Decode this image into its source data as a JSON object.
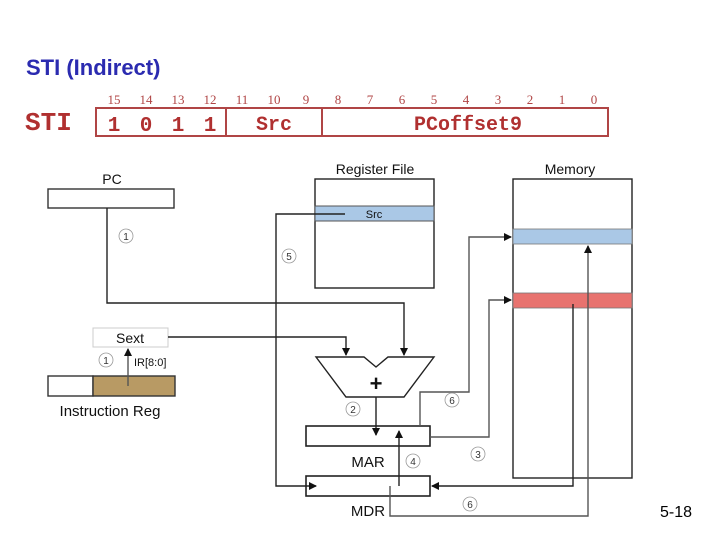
{
  "title": "STI (Indirect)",
  "instruction_format": {
    "mnemonic": "STI",
    "bit_numbers": [
      "15",
      "14",
      "13",
      "12",
      "11",
      "10",
      "9",
      "8",
      "7",
      "6",
      "5",
      "4",
      "3",
      "2",
      "1",
      "0"
    ],
    "opcode_bits": [
      "1",
      "0",
      "1",
      "1"
    ],
    "fields": [
      {
        "name": "opcode",
        "label": "1 0 1 1"
      },
      {
        "name": "src",
        "label": "Src"
      },
      {
        "name": "pcoffset",
        "label": "PCoffset9"
      }
    ],
    "color": "#b03030"
  },
  "diagram": {
    "pc_label": "PC",
    "register_file_label": "Register File",
    "register_src_label": "Src",
    "memory_label": "Memory",
    "sext_label": "Sext",
    "ir_bits_label": "IR[8:0]",
    "ir_label": "Instruction Reg",
    "alu_label": "+",
    "mar_label": "MAR",
    "mdr_label": "MDR",
    "steps": {
      "pc_path": "1",
      "ir_path": "1",
      "alu_out": "2",
      "mar_to_mem": "3",
      "mdr_to_mar": "4",
      "src_to_mdr": "5",
      "mar_write": "6",
      "mdr_write": "6"
    },
    "colors": {
      "src_band": "#aac8e6",
      "mem_target": "#aac8e6",
      "mem_pointer": "#e8736f",
      "ir_offset": "#b89a64"
    }
  },
  "page_number": "5-18"
}
